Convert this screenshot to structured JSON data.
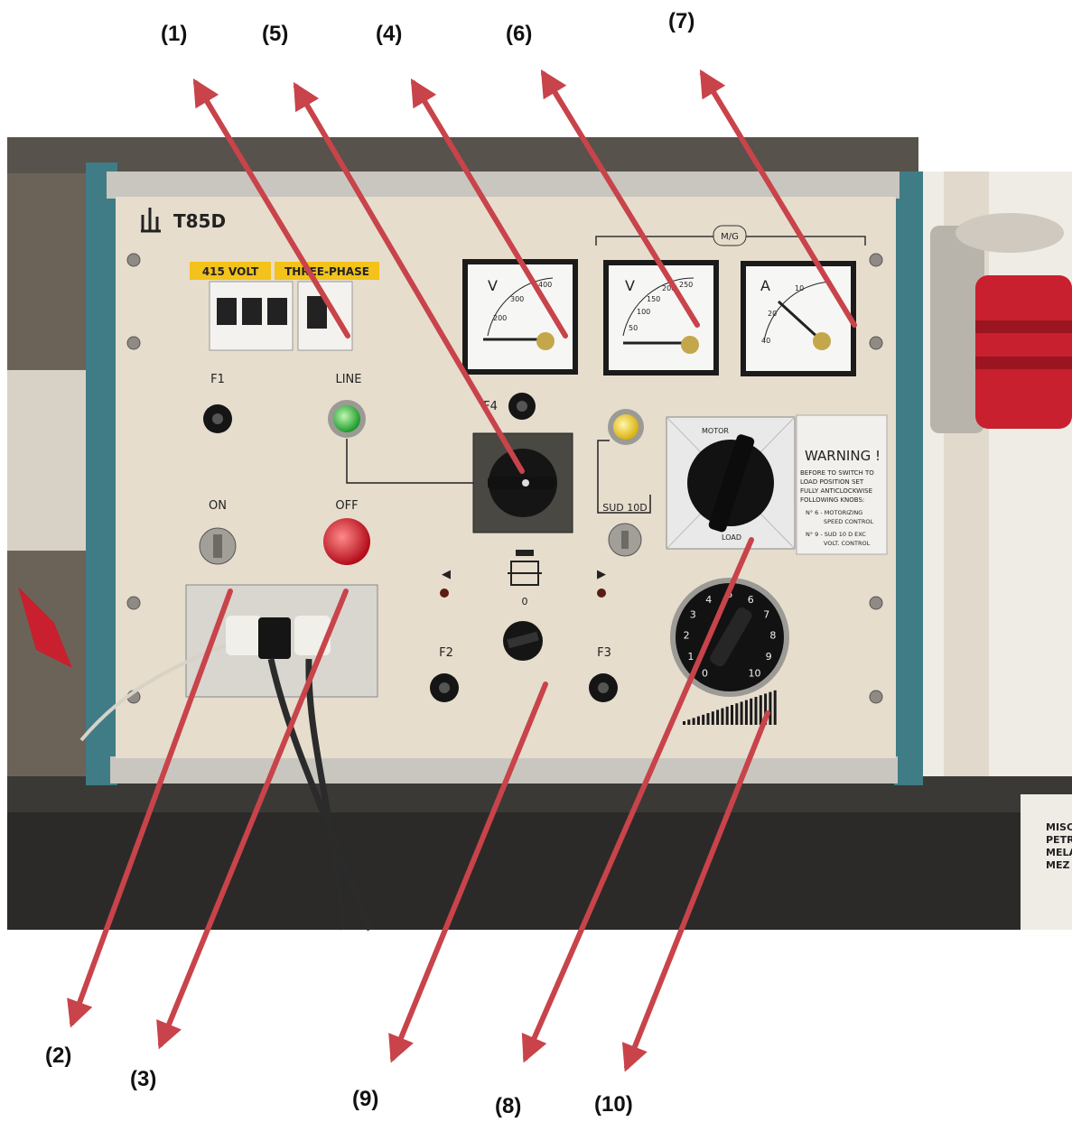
{
  "callouts": {
    "c1": "(1)",
    "c2": "(2)",
    "c3": "(3)",
    "c4": "(4)",
    "c5": "(5)",
    "c6": "(6)",
    "c7": "(7)",
    "c8": "(8)",
    "c9": "(9)",
    "c10": "(10)"
  },
  "panel": {
    "model": "T85D",
    "voltage_label": "415 VOLT",
    "phase_label": "THREE-PHASE",
    "f1": "F1",
    "line": "LINE",
    "on": "ON",
    "off": "OFF",
    "f2": "F2",
    "f3": "F3",
    "f4": "F4",
    "zero": "0",
    "sud": "SUD 10D",
    "mg": "M/G",
    "motor": "MOTOR",
    "load": "LOAD",
    "meter1": {
      "unit": "V",
      "ticks": [
        "200",
        "300",
        "400"
      ]
    },
    "meter2": {
      "unit": "V",
      "ticks": [
        "50",
        "100",
        "150",
        "200",
        "250"
      ]
    },
    "meter3": {
      "unit": "A",
      "ticks": [
        "10",
        "20",
        "40"
      ]
    },
    "dial_numbers": [
      "0",
      "1",
      "2",
      "3",
      "4",
      "5",
      "6",
      "7",
      "8",
      "9",
      "10"
    ]
  },
  "warning": {
    "title": "WARNING !",
    "line1": "BEFORE TO SWITCH TO",
    "line2": "LOAD POSITION SET",
    "line3": "FULLY ANTICLOCKWISE",
    "line4": "FOLLOWING KNOBS:",
    "item1a": "N° 6 - MOTORIZING",
    "item1b": "SPEED CONTROL",
    "item2a": "N° 9 - SUD 10 D EXC",
    "item2b": "VOLT. CONTROL"
  },
  "side_label": [
    "MISCI",
    "PETR",
    "MELA",
    "MEZ"
  ],
  "colors": {
    "arrow": "#c8434a",
    "panel": "#e6ddcd",
    "frame": "#3f7c86",
    "label_yellow": "#f3c21b"
  }
}
